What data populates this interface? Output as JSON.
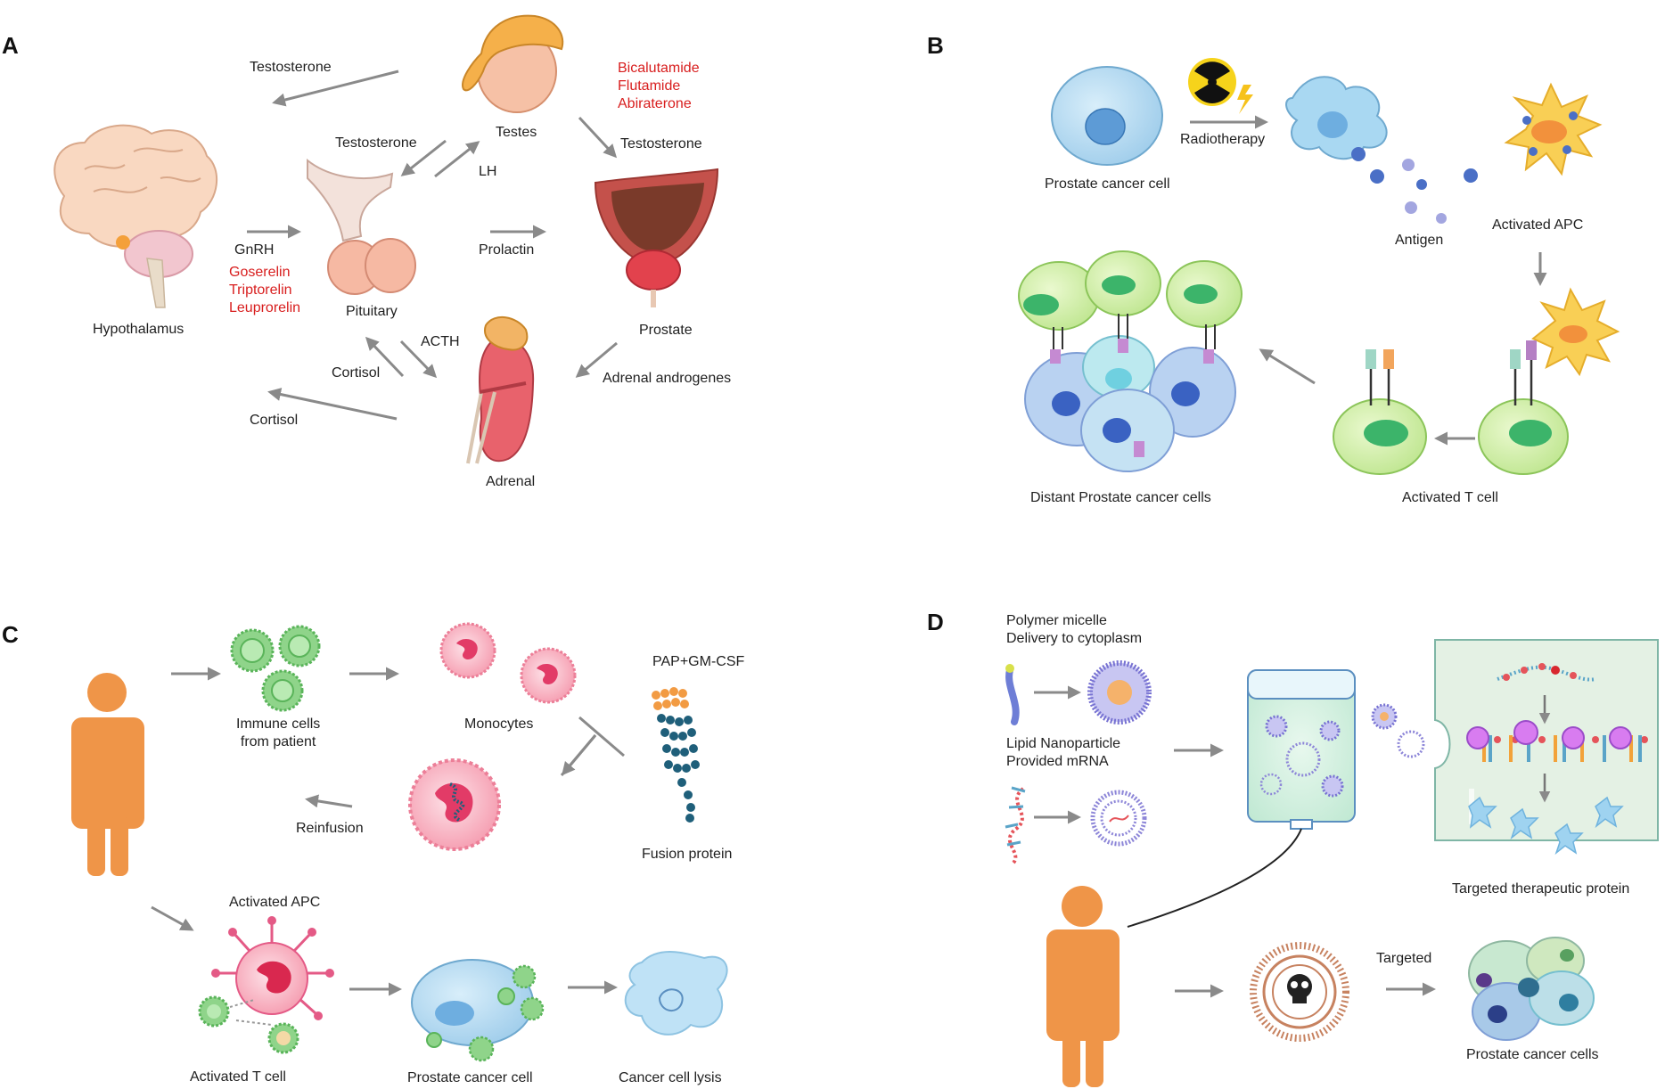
{
  "panels": [
    "A",
    "B",
    "C",
    "D"
  ],
  "colors": {
    "arrow": "#8a8a8a",
    "drug_red": "#d81e1e",
    "person_orange": "#ef9548",
    "immune_green": "#8fd48a",
    "monocyte_pink": "#f28da1",
    "cancer_blue": "#a9d4ee",
    "apc_yellow": "#f7c447",
    "tcell_green": "#c8eb9a"
  },
  "panel_a": {
    "testosterone_left": "Testosterone",
    "testes": "Testes",
    "testosterone_pituitary": "Testosterone",
    "lh": "LH",
    "drugs_antiandrogen": [
      "Bicalutamide",
      "Flutamide",
      "Abiraterone"
    ],
    "testosterone_prostate": "Testosterone",
    "gnrh": "GnRH",
    "drugs_gnrh": [
      "Goserelin",
      "Triptorelin",
      "Leuprorelin"
    ],
    "hypothalamus": "Hypothalamus",
    "prolactin": "Prolactin",
    "pituitary": "Pituitary",
    "prostate": "Prostate",
    "acth": "ACTH",
    "cortisol_pituitary": "Cortisol",
    "adrenal_androgenes": "Adrenal androgenes",
    "cortisol_left": "Cortisol",
    "adrenal": "Adrenal"
  },
  "panel_b": {
    "prostate_cancer_cell": "Prostate cancer cell",
    "radiotherapy": "Radiotherapy",
    "antigen": "Antigen",
    "activated_apc": "Activated APC",
    "distant_cells": "Distant Prostate cancer cells",
    "activated_t_cell": "Activated T cell"
  },
  "panel_c": {
    "immune_cells": [
      "Immune cells",
      "from patient"
    ],
    "monocytes": "Monocytes",
    "pap_gmcsf": "PAP+GM-CSF",
    "fusion_protein": "Fusion protein",
    "reinfusion": "Reinfusion",
    "activated_apc": "Activated APC",
    "activated_t_cell": "Activated T cell",
    "prostate_cancer_cell": "Prostate cancer cell",
    "cancer_cell_lysis": "Cancer cell lysis"
  },
  "panel_d": {
    "polymer_micelle": [
      "Polymer micelle",
      "Delivery to cytoplasm"
    ],
    "lipid_nanoparticle": [
      "Lipid Nanoparticle",
      "Provided mRNA"
    ],
    "targeted_therapeutic_protein": "Targeted therapeutic protein",
    "targeted": "Targeted",
    "prostate_cancer_cells": "Prostate cancer cells"
  }
}
